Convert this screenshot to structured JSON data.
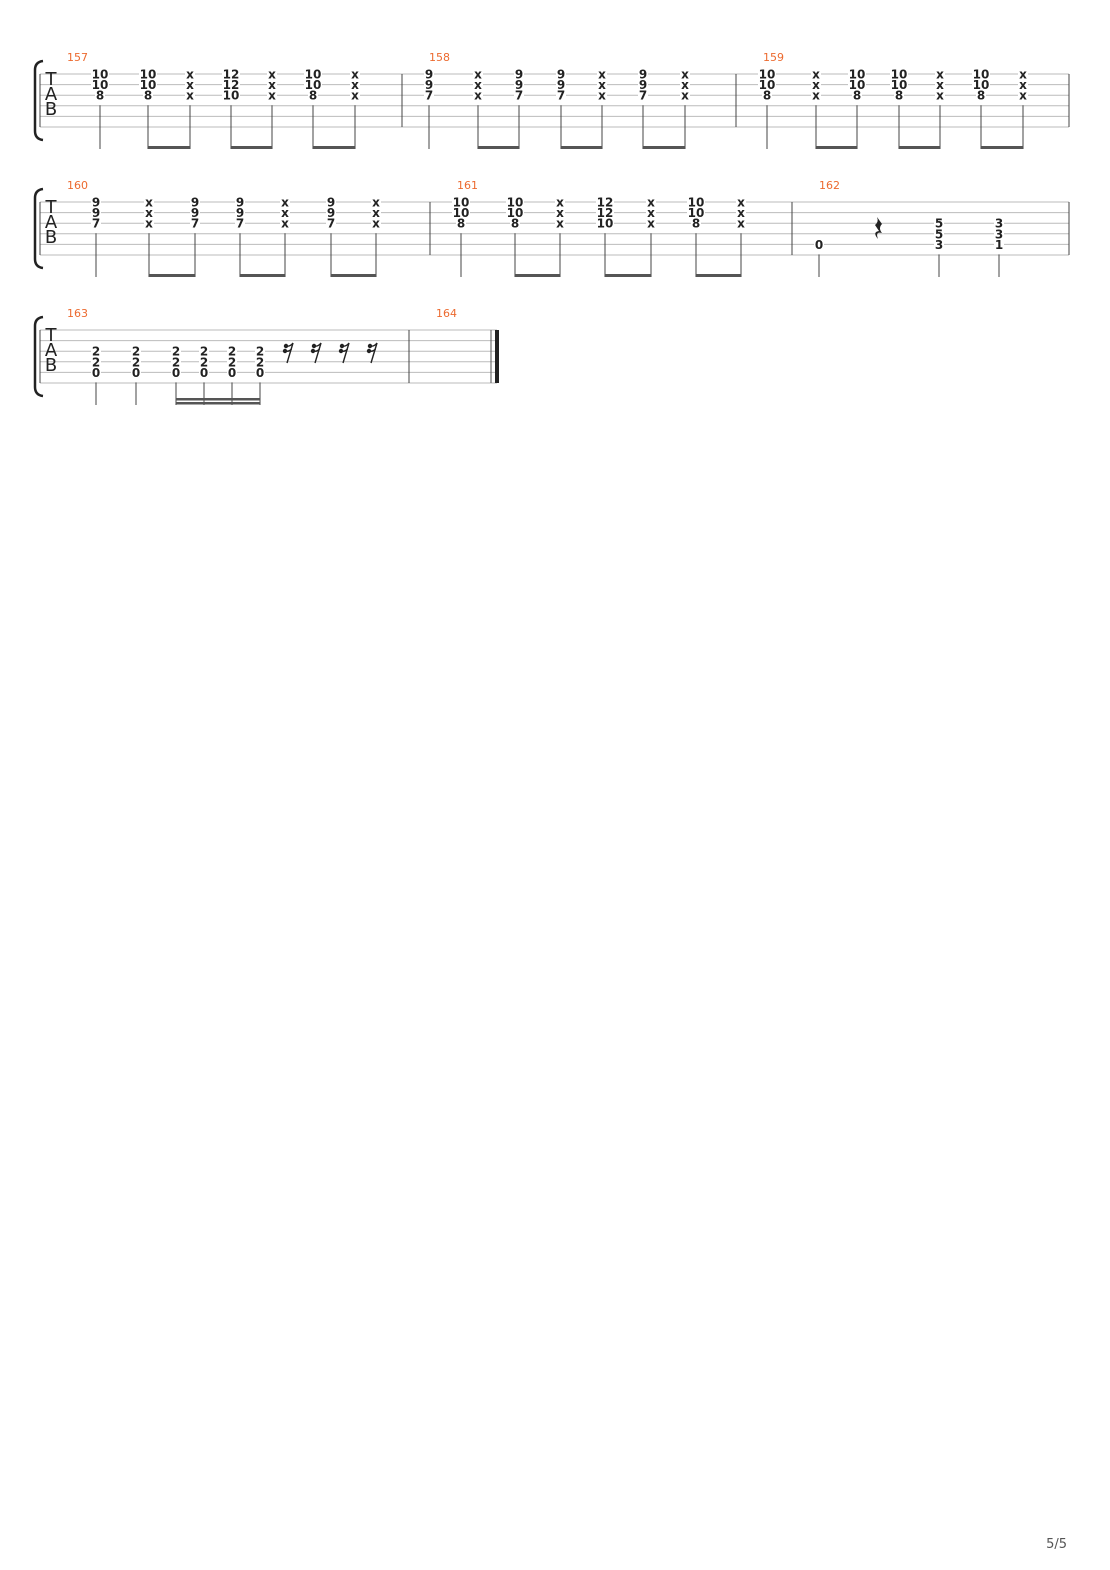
{
  "page_number": "5/5",
  "colors": {
    "measure_number": "#ec6a2f",
    "notes": "#222222",
    "staff_lines": "#bbbbbb"
  },
  "tab_clef": [
    "T",
    "A",
    "B"
  ],
  "rest_icon": "eighth-rest-icon",
  "systems": [
    {
      "measures": [
        {
          "number": "157",
          "beats": [
            {
              "notes": {
                "0": "10",
                "1": "10",
                "2": "8"
              },
              "beamed": false
            },
            {
              "notes": {
                "0": "10",
                "1": "10",
                "2": "8"
              },
              "beamed": true
            },
            {
              "notes": {
                "0": "x",
                "1": "x",
                "2": "x"
              },
              "beamed": true
            },
            {
              "notes": {
                "0": "12",
                "1": "12",
                "2": "10"
              },
              "beamed": true
            },
            {
              "notes": {
                "0": "x",
                "1": "x",
                "2": "x"
              },
              "beamed": true
            },
            {
              "notes": {
                "0": "10",
                "1": "10",
                "2": "8"
              },
              "beamed": true
            },
            {
              "notes": {
                "0": "x",
                "1": "x",
                "2": "x"
              },
              "beamed": true
            }
          ]
        },
        {
          "number": "158",
          "beats": [
            {
              "notes": {
                "0": "9",
                "1": "9",
                "2": "7"
              },
              "beamed": false
            },
            {
              "notes": {
                "0": "x",
                "1": "x",
                "2": "x"
              },
              "beamed": true
            },
            {
              "notes": {
                "0": "9",
                "1": "9",
                "2": "7"
              },
              "beamed": true
            },
            {
              "notes": {
                "0": "9",
                "1": "9",
                "2": "7"
              },
              "beamed": true
            },
            {
              "notes": {
                "0": "x",
                "1": "x",
                "2": "x"
              },
              "beamed": true
            },
            {
              "notes": {
                "0": "9",
                "1": "9",
                "2": "7"
              },
              "beamed": true
            },
            {
              "notes": {
                "0": "x",
                "1": "x",
                "2": "x"
              },
              "beamed": true
            }
          ]
        },
        {
          "number": "159",
          "beats": [
            {
              "notes": {
                "0": "10",
                "1": "10",
                "2": "8"
              },
              "beamed": false
            },
            {
              "notes": {
                "0": "x",
                "1": "x",
                "2": "x"
              },
              "beamed": true
            },
            {
              "notes": {
                "0": "10",
                "1": "10",
                "2": "8"
              },
              "beamed": true
            },
            {
              "notes": {
                "0": "10",
                "1": "10",
                "2": "8"
              },
              "beamed": true
            },
            {
              "notes": {
                "0": "x",
                "1": "x",
                "2": "x"
              },
              "beamed": true
            },
            {
              "notes": {
                "0": "10",
                "1": "10",
                "2": "8"
              },
              "beamed": true
            },
            {
              "notes": {
                "0": "x",
                "1": "x",
                "2": "x"
              },
              "beamed": true
            }
          ]
        }
      ]
    },
    {
      "measures": [
        {
          "number": "160",
          "beats": [
            {
              "notes": {
                "0": "9",
                "1": "9",
                "2": "7"
              },
              "beamed": false
            },
            {
              "notes": {
                "0": "x",
                "1": "x",
                "2": "x"
              },
              "beamed": true
            },
            {
              "notes": {
                "0": "9",
                "1": "9",
                "2": "7"
              },
              "beamed": true
            },
            {
              "notes": {
                "0": "9",
                "1": "9",
                "2": "7"
              },
              "beamed": true
            },
            {
              "notes": {
                "0": "x",
                "1": "x",
                "2": "x"
              },
              "beamed": true
            },
            {
              "notes": {
                "0": "9",
                "1": "9",
                "2": "7"
              },
              "beamed": true
            },
            {
              "notes": {
                "0": "x",
                "1": "x",
                "2": "x"
              },
              "beamed": true
            }
          ]
        },
        {
          "number": "161",
          "beats": [
            {
              "notes": {
                "0": "10",
                "1": "10",
                "2": "8"
              },
              "beamed": false
            },
            {
              "notes": {
                "0": "10",
                "1": "10",
                "2": "8"
              },
              "beamed": true
            },
            {
              "notes": {
                "0": "x",
                "1": "x",
                "2": "x"
              },
              "beamed": true
            },
            {
              "notes": {
                "0": "12",
                "1": "12",
                "2": "10"
              },
              "beamed": true
            },
            {
              "notes": {
                "0": "x",
                "1": "x",
                "2": "x"
              },
              "beamed": true
            },
            {
              "notes": {
                "0": "10",
                "1": "10",
                "2": "8"
              },
              "beamed": true
            },
            {
              "notes": {
                "0": "x",
                "1": "x",
                "2": "x"
              },
              "beamed": true
            }
          ]
        },
        {
          "number": "162",
          "beats": [
            {
              "notes": {
                "4": "0"
              },
              "beamed": false
            },
            {
              "notes": {},
              "rest": "quarter",
              "beamed": false
            },
            {
              "notes": {
                "2": "5",
                "3": "5",
                "4": "3"
              },
              "beamed": false
            },
            {
              "notes": {
                "2": "3",
                "3": "3",
                "4": "1"
              },
              "beamed": false
            }
          ]
        }
      ]
    },
    {
      "measures": [
        {
          "number": "163",
          "beats": [
            {
              "notes": {
                "2": "2",
                "3": "2",
                "4": "0"
              },
              "beamed": false
            },
            {
              "notes": {
                "2": "2",
                "3": "2",
                "4": "0"
              },
              "beamed": false
            },
            {
              "notes": {
                "2": "2",
                "3": "2",
                "4": "0"
              },
              "beamed": true
            },
            {
              "notes": {
                "2": "2",
                "3": "2",
                "4": "0"
              },
              "beamed": true
            },
            {
              "notes": {
                "2": "2",
                "3": "2",
                "4": "0"
              },
              "beamed": true
            },
            {
              "notes": {
                "2": "2",
                "3": "2",
                "4": "0"
              },
              "beamed": true
            },
            {
              "notes": {},
              "rest": "sixteenth"
            },
            {
              "notes": {},
              "rest": "sixteenth"
            },
            {
              "notes": {},
              "rest": "sixteenth"
            },
            {
              "notes": {},
              "rest": "sixteenth"
            }
          ]
        },
        {
          "number": "164",
          "beats": []
        }
      ]
    }
  ]
}
